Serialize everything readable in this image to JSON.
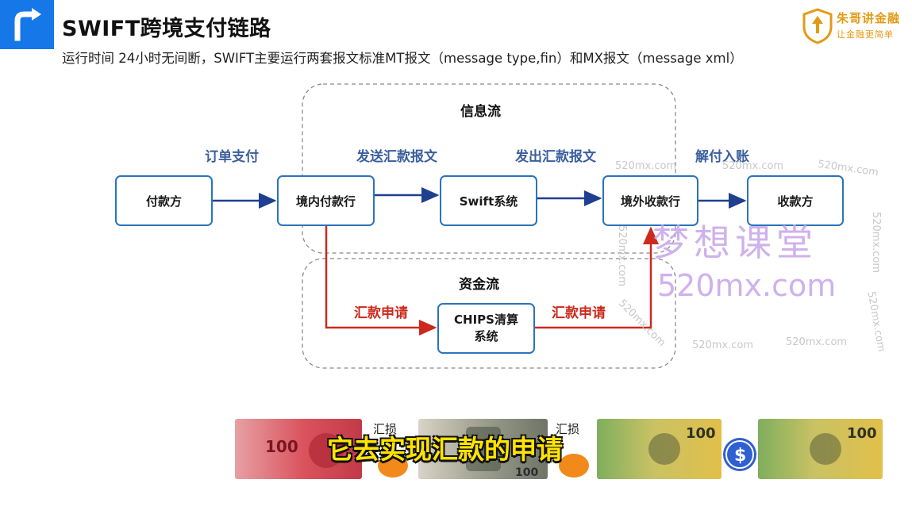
{
  "header": {
    "title": "SWIFT跨境支付链路",
    "subtitle": "运行时间 24小时无间断，SWIFT主要运行两套报文标准MT报文（message type,fin）和MX报文（message xml）"
  },
  "brand": {
    "name": "朱哥讲金融",
    "slogan": "让金融更简单",
    "color": "#e39a14"
  },
  "diagram": {
    "groups": {
      "info_flow": "信息流",
      "fund_flow": "资金流"
    },
    "nodes": {
      "payer": "付款方",
      "domestic_bank": "境内付款行",
      "swift": "Swift系统",
      "foreign_bank": "境外收款行",
      "payee": "收款方",
      "chips_line1": "CHIPS清算",
      "chips_line2": "系统"
    },
    "edge_labels": {
      "order_payment": "订单支付",
      "send_remittance_msg": "发送汇款报文",
      "issue_remittance_msg": "发出汇款报文",
      "settle_to_account": "解付入账",
      "remit_request_left": "汇款申请",
      "remit_request_right": "汇款申请"
    },
    "colors": {
      "node_border": "#2a74bd",
      "info_arrow": "#1f3f8f",
      "fund_arrow": "#cc2a1c"
    }
  },
  "watermarks": {
    "site": "520mx.com",
    "brand_cn": "梦想课堂",
    "brand_url": "520mx.com"
  },
  "video_overlay": {
    "exchange_label": "汇损",
    "caption": "它去实现汇款的申请"
  }
}
